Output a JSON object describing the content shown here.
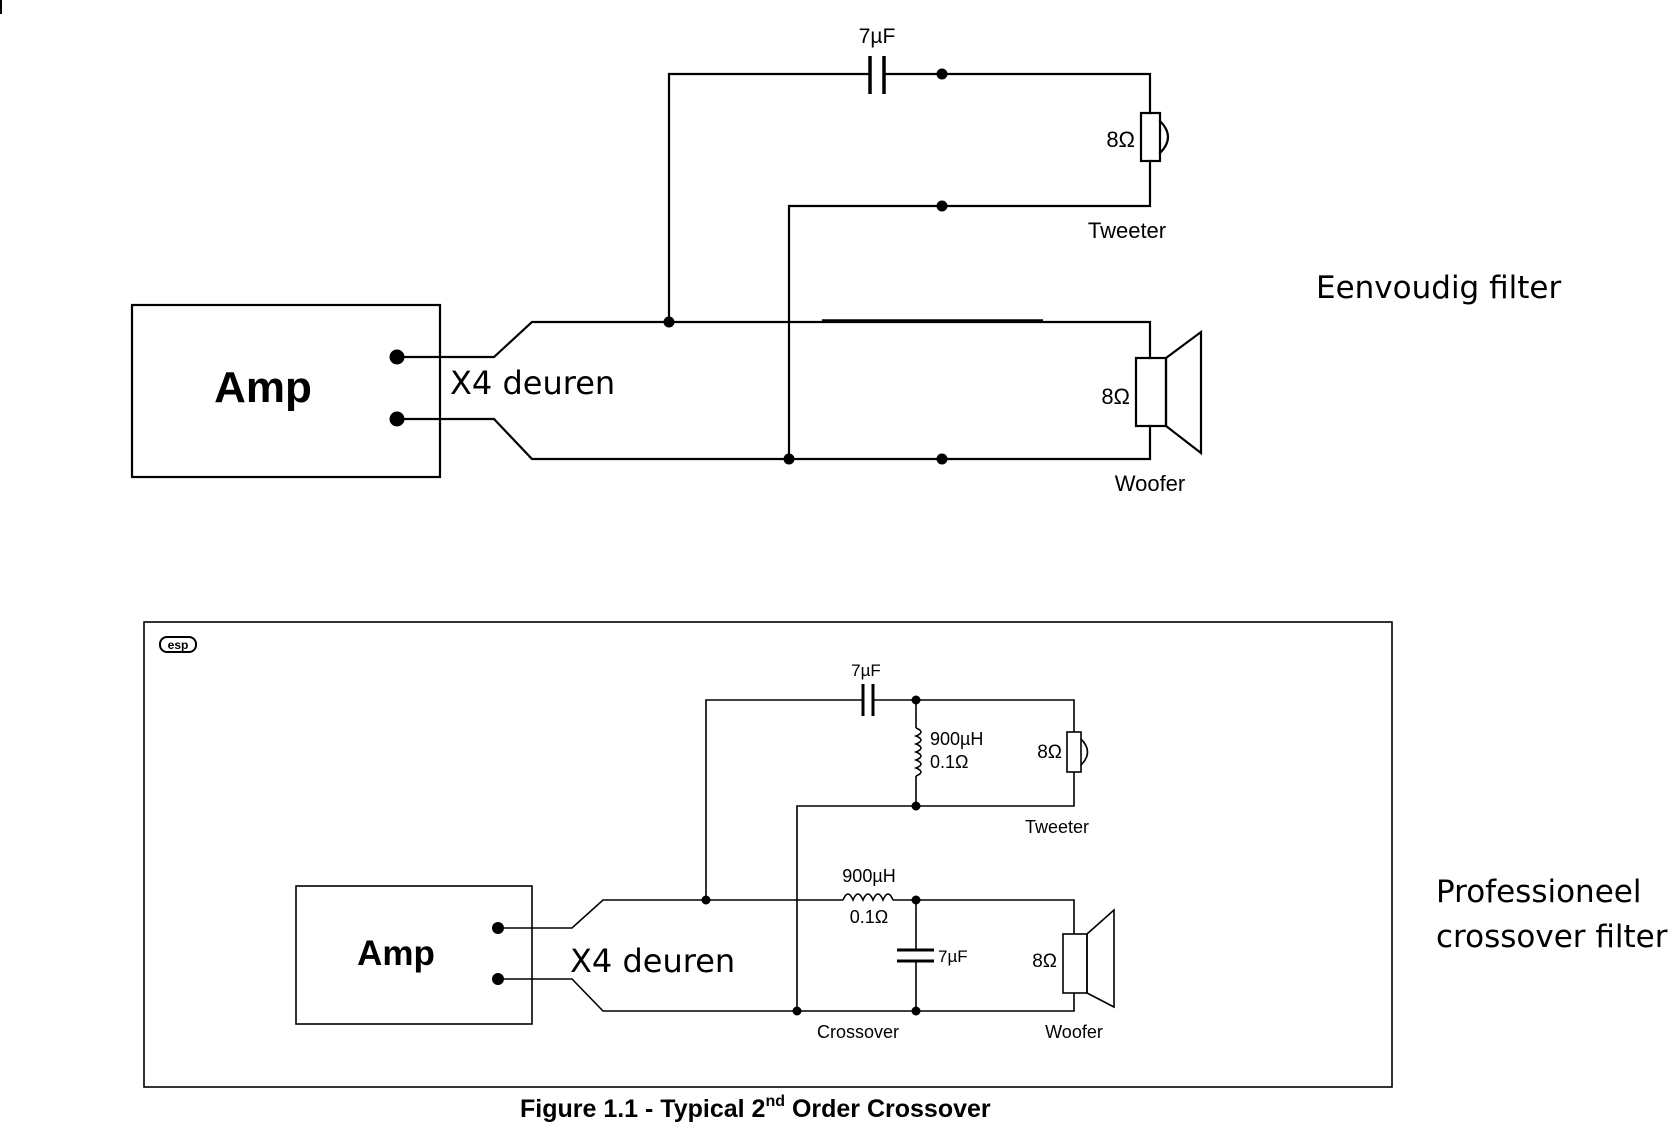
{
  "simple": {
    "capacitor": "7µF",
    "tweeter_impedance": "8Ω",
    "tweeter_label": "Tweeter",
    "woofer_impedance": "8Ω",
    "woofer_label": "Woofer",
    "amp_label": "Amp",
    "cable_note": "X4 deuren",
    "side_label": "Eenvoudig filter"
  },
  "pro": {
    "logo": "esp",
    "tweeter_cap": "7µF",
    "tweeter_inductor_value": "900µH",
    "tweeter_inductor_resistance": "0.1Ω",
    "tweeter_impedance": "8Ω",
    "tweeter_label": "Tweeter",
    "woofer_inductor_value": "900µH",
    "woofer_inductor_resistance": "0.1Ω",
    "woofer_cap": "7µF",
    "woofer_impedance": "8Ω",
    "woofer_label": "Woofer",
    "crossover_label": "Crossover",
    "amp_label": "Amp",
    "cable_note": "X4 deuren",
    "side_label_line1": "Professioneel",
    "side_label_line2": "crossover filter",
    "caption_main": "Figure 1.1 - Typical 2",
    "caption_sup": "nd",
    "caption_tail": " Order Crossover"
  }
}
